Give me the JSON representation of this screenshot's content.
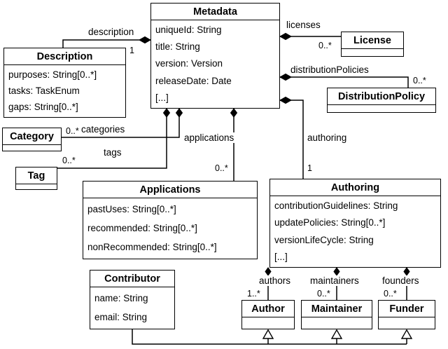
{
  "diagram": {
    "classes": {
      "metadata": {
        "title": "Metadata",
        "attrs": [
          "uniqueId: String",
          "title: String",
          "version: Version",
          "releaseDate: Date",
          "[...]"
        ]
      },
      "description": {
        "title": "Description",
        "attrs": [
          "purposes: String[0..*]",
          "tasks: TaskEnum",
          "gaps: String[0..*]"
        ]
      },
      "license": {
        "title": "License",
        "attrs": []
      },
      "distributionPolicy": {
        "title": "DistributionPolicy",
        "attrs": []
      },
      "category": {
        "title": "Category",
        "attrs": []
      },
      "tag": {
        "title": "Tag",
        "attrs": []
      },
      "applications": {
        "title": "Applications",
        "attrs": [
          "pastUses: String[0..*]",
          "recommended: String[0..*]",
          "nonRecommended: String[0..*]"
        ]
      },
      "authoring": {
        "title": "Authoring",
        "attrs": [
          "contributionGuidelines: String",
          "updatePolicies: String[0..*]",
          "versionLifeCycle: String",
          "[...]"
        ]
      },
      "contributor": {
        "title": "Contributor",
        "attrs": [
          "name: String",
          "email: String"
        ]
      },
      "author": {
        "title": "Author",
        "attrs": []
      },
      "maintainer": {
        "title": "Maintainer",
        "attrs": []
      },
      "funder": {
        "title": "Funder",
        "attrs": []
      }
    },
    "edges": {
      "description": {
        "label": "description",
        "mult": "1"
      },
      "licenses": {
        "label": "licenses",
        "mult": "0..*"
      },
      "distributionPolicies": {
        "label": "distributionPolicies",
        "mult": "0..*"
      },
      "categories": {
        "label": "categories",
        "mult": "0..*"
      },
      "tags": {
        "label": "tags",
        "mult": "0..*"
      },
      "applications": {
        "label": "applications",
        "mult": "0..*"
      },
      "authoring": {
        "label": "authoring",
        "mult": "1"
      },
      "authors": {
        "label": "authors",
        "mult": "1..*"
      },
      "maintainers": {
        "label": "maintainers",
        "mult": "0..*"
      },
      "founders": {
        "label": "founders",
        "mult": "0..*"
      }
    },
    "colors": {
      "line": "#000000",
      "background": "#ffffff",
      "box_fill": "#ffffff"
    }
  }
}
